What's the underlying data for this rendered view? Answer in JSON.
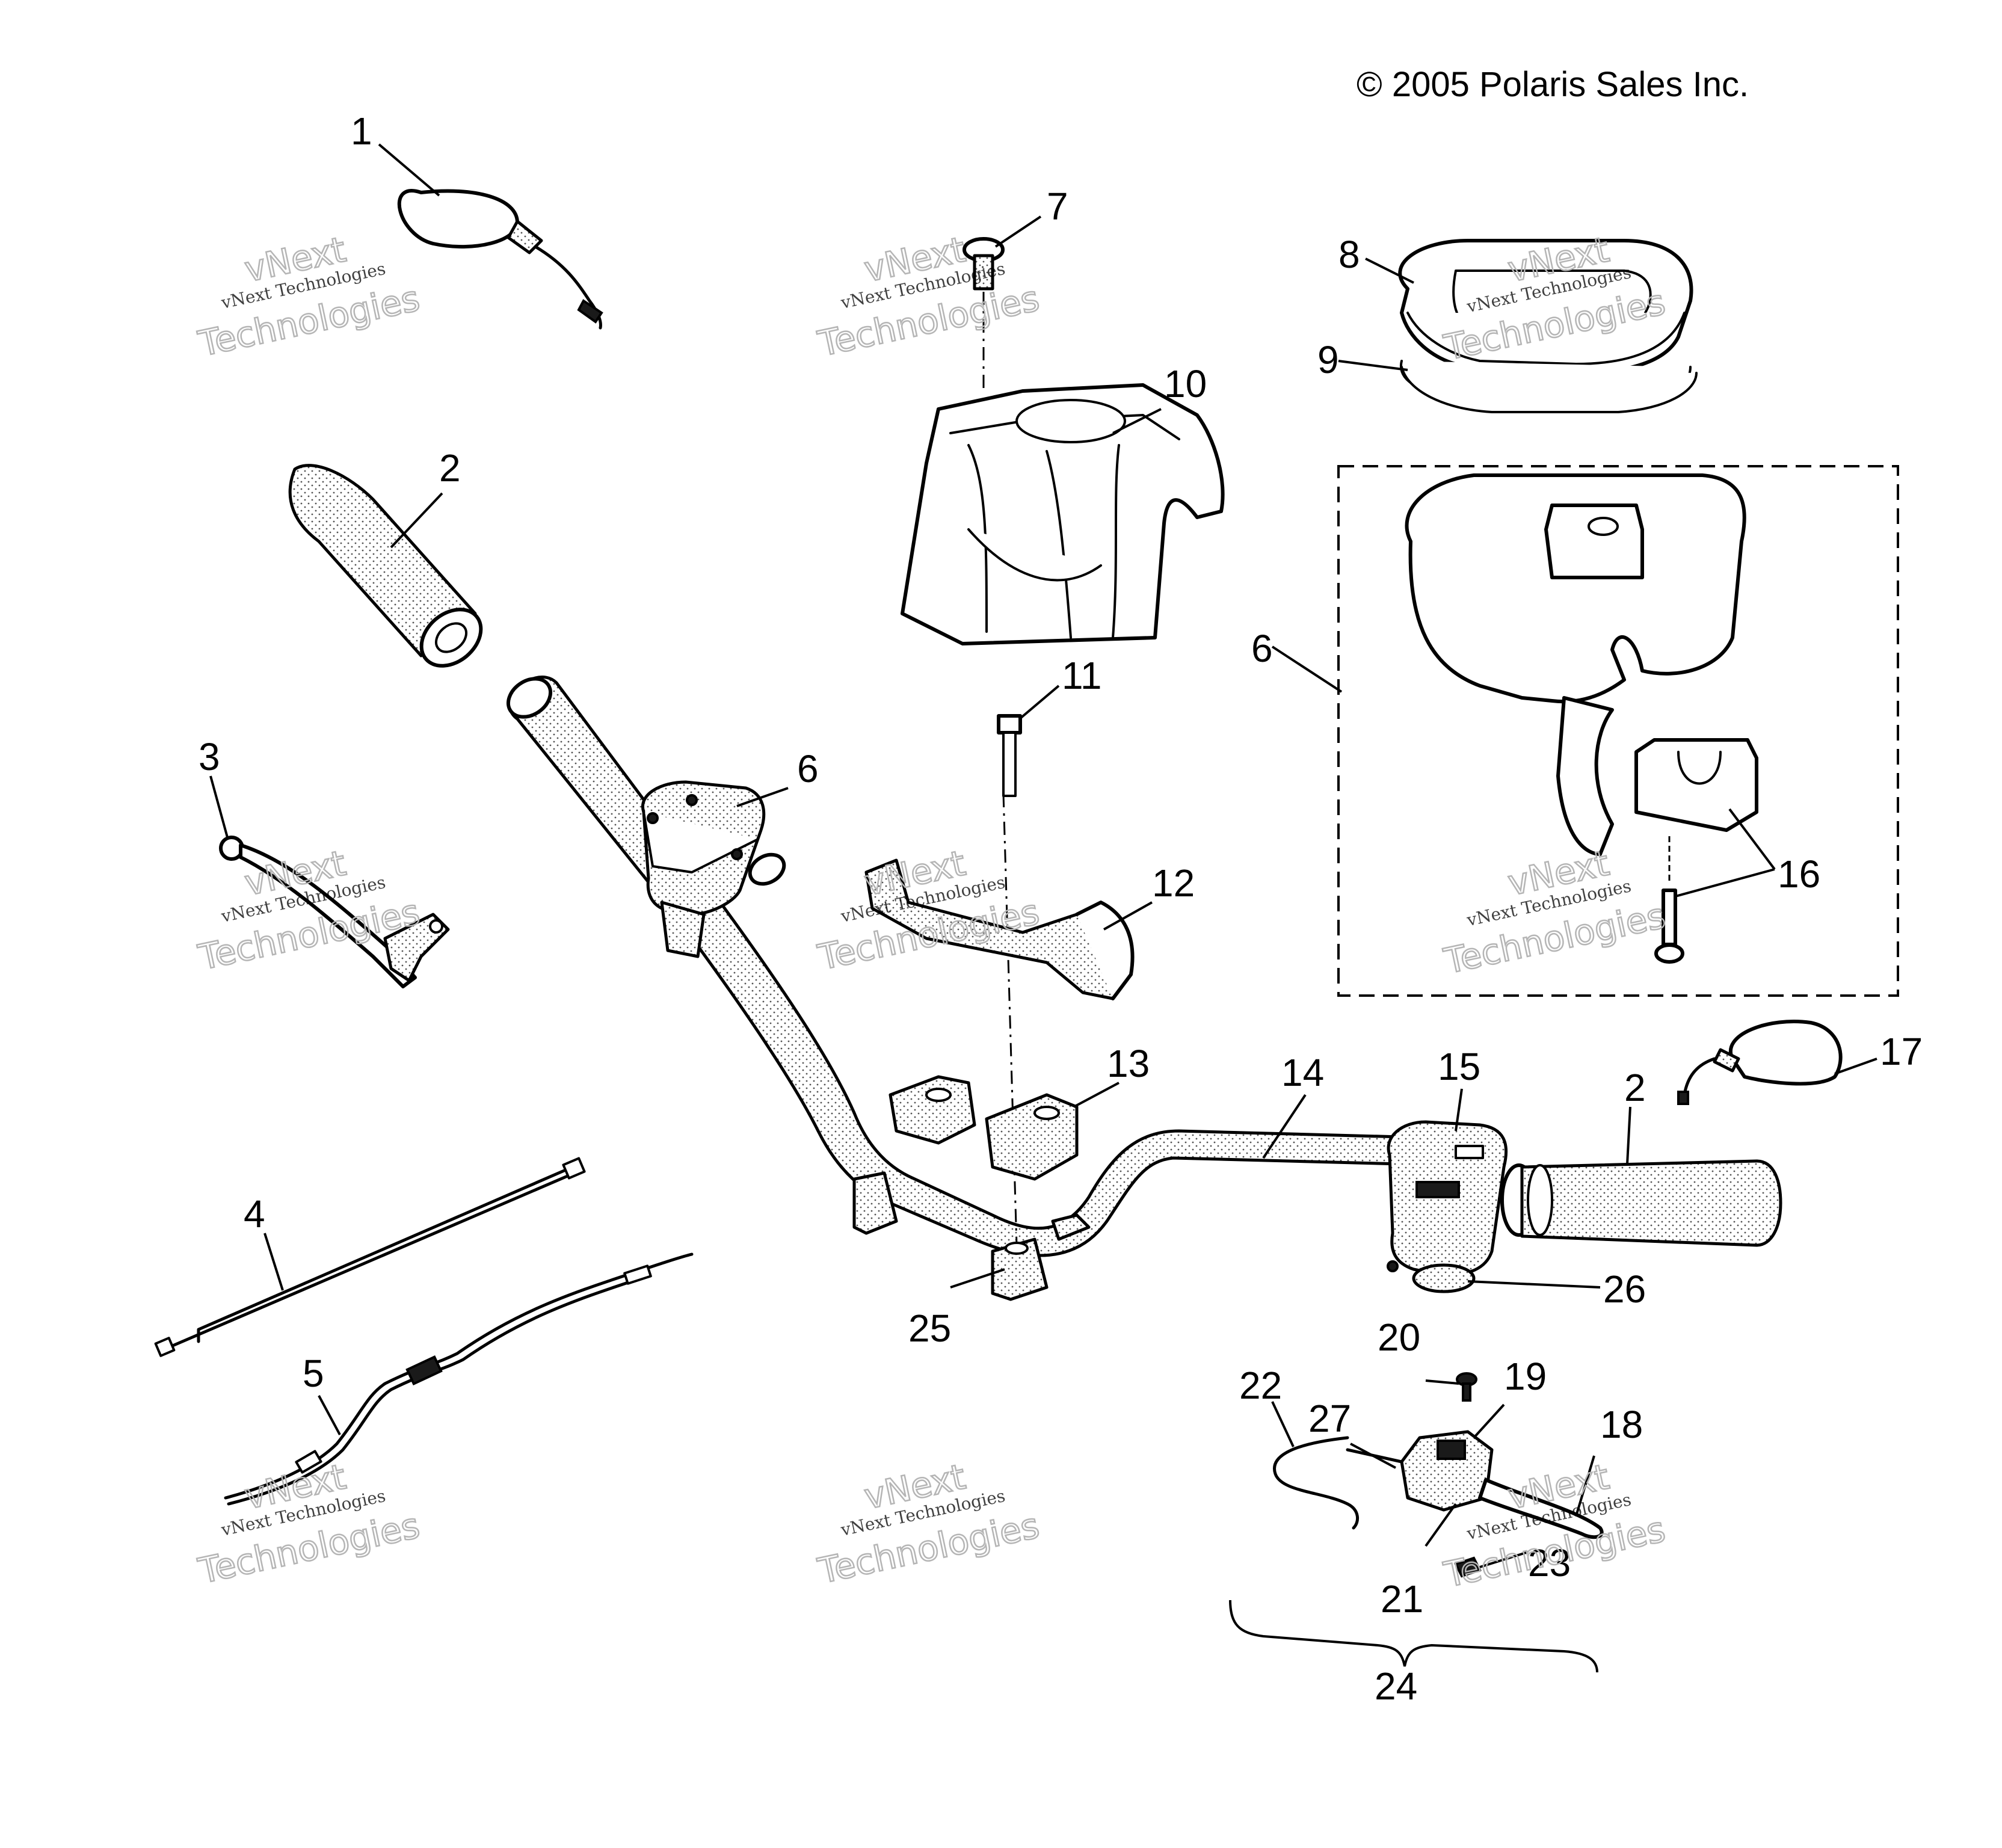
{
  "copyright": "© 2005 Polaris Sales Inc.",
  "watermark": {
    "line_small": "vNext Technologies",
    "line_big_1": "vNext",
    "line_big_2": "Technologies"
  },
  "callouts": {
    "c1": "1",
    "c2a": "2",
    "c2b": "2",
    "c3": "3",
    "c4": "4",
    "c5": "5",
    "c6a": "6",
    "c6b": "6",
    "c7": "7",
    "c8": "8",
    "c9": "9",
    "c10": "10",
    "c11": "11",
    "c12": "12",
    "c13": "13",
    "c14": "14",
    "c15": "15",
    "c16": "16",
    "c17": "17",
    "c18": "18",
    "c19": "19",
    "c20": "20",
    "c21": "21",
    "c22": "22",
    "c23": "23",
    "c24": "24",
    "c25": "25",
    "c26": "26",
    "c27": "27"
  }
}
